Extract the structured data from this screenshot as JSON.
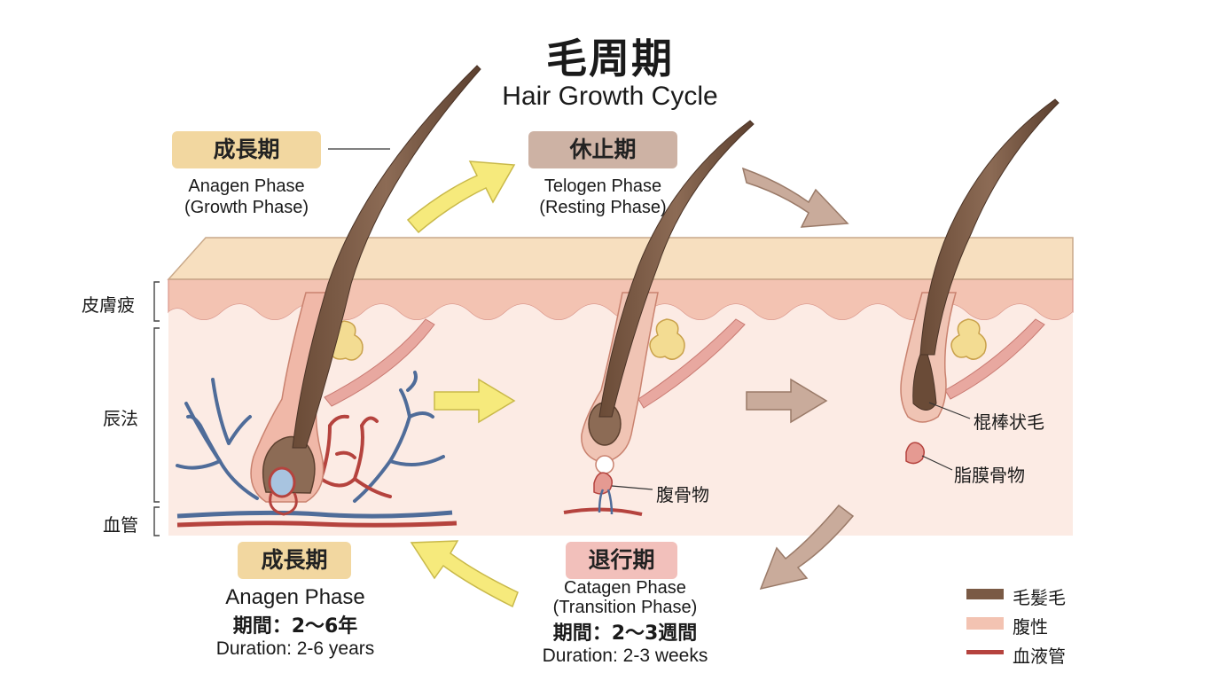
{
  "title": "毛周期",
  "subtitle": "Hair Growth Cycle",
  "phases": {
    "anagen_top": {
      "badge": "成長期",
      "en1": "Anagen Phase",
      "en2": "(Growth Phase)"
    },
    "telogen": {
      "badge": "休止期",
      "en1": "Telogen Phase",
      "en2": "(Resting Phase)"
    },
    "anagen_bottom": {
      "badge": "成長期",
      "en1": "Anagen Phase",
      "duration_jp": "期間：2〜6年",
      "duration_en": "Duration: 2-6 years"
    },
    "catagen": {
      "badge": "退行期",
      "en1": "Catagen Phase",
      "en2": "(Transition Phase)",
      "duration_jp": "期間：2〜3週間",
      "duration_en": "Duration: 2-3 weeks"
    }
  },
  "layers": {
    "epidermis": "皮膚疲",
    "dermis": "辰法",
    "vessels": "血管"
  },
  "labels": {
    "papilla_catagen": "腹骨物",
    "club_hair": "棍棒状毛",
    "papilla_telogen": "脂膜骨物"
  },
  "legend": [
    {
      "label": "毛髪毛",
      "color": "#7a5a45"
    },
    {
      "label": "腹性",
      "color": "#f3c3b2"
    },
    {
      "label": "血液管",
      "color": "#b5433e"
    }
  ],
  "colors": {
    "anagen_badge": "#f2d7a0",
    "telogen_badge": "#cdb2a4",
    "catagen_badge": "#f2c0bb",
    "arrow_yellow": "#f6ea7c",
    "arrow_brown": "#c9ab9b",
    "hair": "#7a5a45",
    "skin_top": "#f7dfbf",
    "epidermis": "#f3c3b2",
    "dermis": "#fcebe4",
    "vein": "#4f6c99",
    "artery": "#b5433e"
  }
}
